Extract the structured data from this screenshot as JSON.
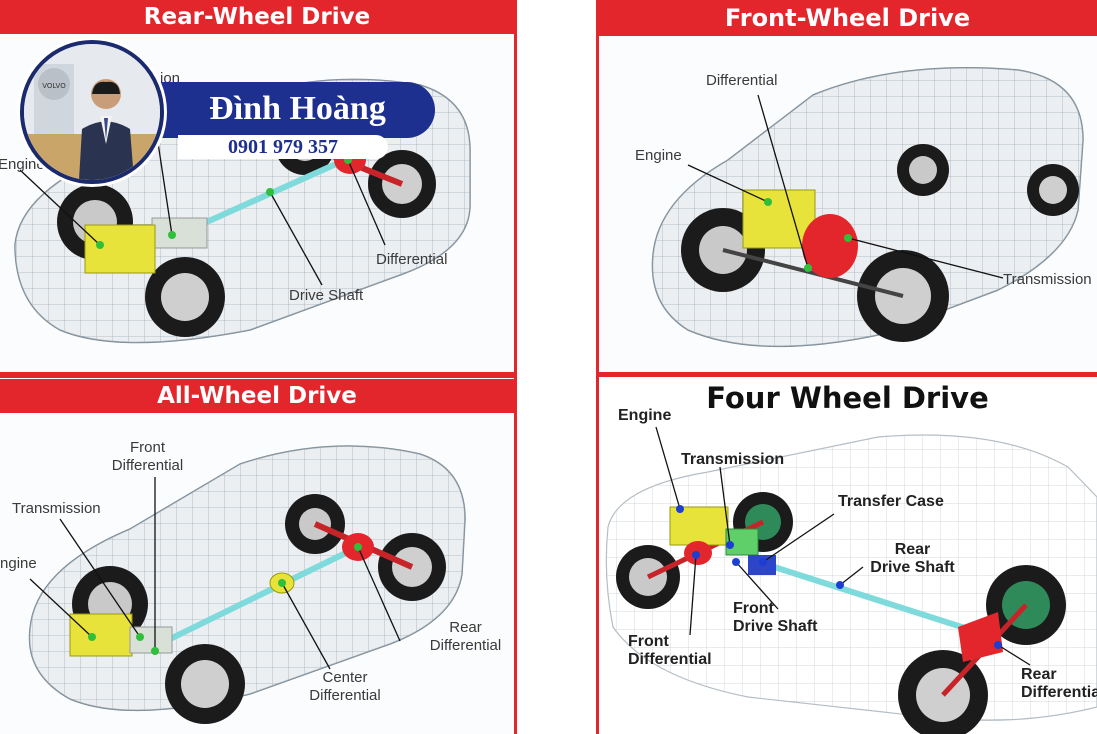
{
  "panels": {
    "rwd": {
      "title": "Rear-Wheel Drive",
      "labels": {
        "engine": "Engine",
        "differential": "Differential",
        "drive_shaft": "Drive Shaft",
        "partial": "ion"
      }
    },
    "fwd": {
      "title": "Front-Wheel Drive",
      "labels": {
        "differential": "Differential",
        "engine": "Engine",
        "transmission": "Transmission"
      }
    },
    "awd": {
      "title": "All-Wheel Drive",
      "labels": {
        "front_differential_1": "Front",
        "front_differential_2": "Differential",
        "transmission": "Transmission",
        "engine": "Engine",
        "rear_differential_1": "Rear",
        "rear_differential_2": "Differential",
        "center_differential_1": "Center",
        "center_differential_2": "Differential"
      }
    },
    "4wd": {
      "title": "Four Wheel Drive",
      "labels": {
        "engine": "Engine",
        "transmission": "Transmission",
        "transfer_case": "Transfer Case",
        "rear_drive_shaft_1": "Rear",
        "rear_drive_shaft_2": "Drive Shaft",
        "front_drive_shaft_1": "Front",
        "front_drive_shaft_2": "Drive Shaft",
        "front_differential_1": "Front",
        "front_differential_2": "Differential",
        "rear_differential_1": "Rear",
        "rear_differential_2": "Differential"
      }
    }
  },
  "presenter": {
    "name": "Đình Hoàng",
    "phone": "0901 979 357",
    "logo_text": "VOLVO"
  },
  "colors": {
    "banner": "#e3262c",
    "engine": "#e8e33a",
    "differential": "#e3262c",
    "shaft": "#7fdadb",
    "callout_dot": "#2fbf3a",
    "callout_dot_4wd": "#1c3fd1",
    "badge": "#1d2f8f"
  }
}
